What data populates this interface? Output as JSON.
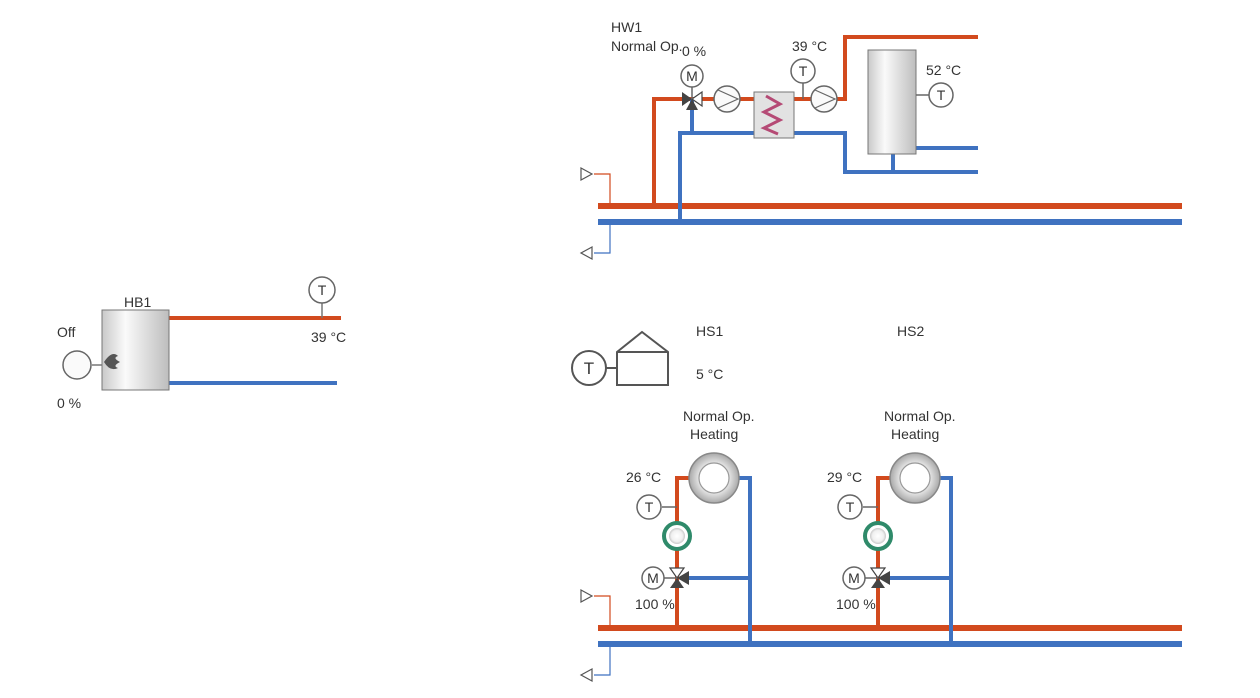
{
  "colors": {
    "supply": "#d24a1e",
    "return": "#3f72c0",
    "outline": "#666666",
    "pump_ring": "#2f8a6a"
  },
  "boiler": {
    "name": "HB1",
    "state": "Off",
    "modulation": "0 %",
    "flow_temp": "39 °C",
    "sensor_letter": "T"
  },
  "hot_water": {
    "name": "HW1",
    "mode": "Normal Op.",
    "valve_position": "0 %",
    "valve_letter": "M",
    "primary_temp": "39 °C",
    "primary_sensor_letter": "T",
    "tank_temp": "52 °C",
    "tank_sensor_letter": "T"
  },
  "outdoor": {
    "temp": "5 °C",
    "sensor_letter": "T"
  },
  "heating_circuits": [
    {
      "name": "HS1",
      "mode": "Normal Op.",
      "state": "Heating",
      "flow_temp": "26 °C",
      "sensor_letter": "T",
      "valve_letter": "M",
      "valve_position": "100 %"
    },
    {
      "name": "HS2",
      "mode": "Normal Op.",
      "state": "Heating",
      "flow_temp": "29 °C",
      "sensor_letter": "T",
      "valve_letter": "M",
      "valve_position": "100 %"
    }
  ]
}
